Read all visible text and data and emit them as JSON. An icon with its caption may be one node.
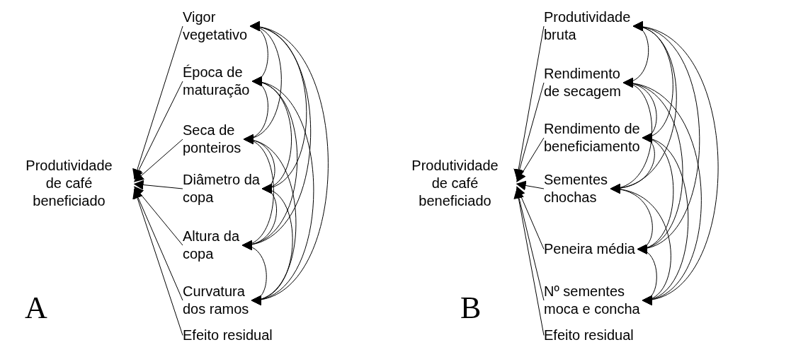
{
  "diagram": {
    "nodes": [
      {
        "text": [
          "Produtividade de café beneficiado"
        ]
      },
      {
        "text": [
          "Vigor vegetativo"
        ]
      },
      {
        "text": [
          "Época de maturação"
        ]
      },
      {
        "text": [
          "Seca de ponteiros"
        ]
      },
      {
        "text": [
          "Diâmetro da copa"
        ]
      },
      {
        "text": [
          "Altura da copa"
        ]
      },
      {
        "text": [
          "Curvatura dos ramos"
        ]
      },
      {
        "text": [
          "Efeito residual"
        ]
      },
      {
        "text": [
          "Produtividade de café beneficiado"
        ]
      },
      {
        "text": [
          "Produtividade bruta"
        ]
      },
      {
        "text": [
          "Rendimento de secagem"
        ]
      },
      {
        "text": [
          "Rendimento de beneficiamento"
        ]
      },
      {
        "text": [
          "Sementes chochas"
        ]
      },
      {
        "text": [
          "Peneira média"
        ]
      },
      {
        "text": [
          "Nº sementes moca e concha"
        ]
      },
      {
        "text": [
          "Efeito residual"
        ]
      }
    ],
    "edges": [
      {
        "from": 1,
        "to": 0,
        "arrow": "to"
      },
      {
        "from": 2,
        "to": 0,
        "arrow": "to"
      },
      {
        "from": 3,
        "to": 0,
        "arrow": "to"
      },
      {
        "from": 4,
        "to": 0,
        "arrow": "to"
      },
      {
        "from": 5,
        "to": 0,
        "arrow": "to"
      },
      {
        "from": 6,
        "to": 0,
        "arrow": "to"
      },
      {
        "from": 7,
        "to": 0,
        "arrow": "to"
      },
      {
        "from": 1,
        "to": 2,
        "arrow": "both"
      },
      {
        "from": 1,
        "to": 3,
        "arrow": "both"
      },
      {
        "from": 1,
        "to": 4,
        "arrow": "both"
      },
      {
        "from": 1,
        "to": 5,
        "arrow": "both"
      },
      {
        "from": 1,
        "to": 6,
        "arrow": "both"
      },
      {
        "from": 2,
        "to": 3,
        "arrow": "both"
      },
      {
        "from": 2,
        "to": 4,
        "arrow": "both"
      },
      {
        "from": 2,
        "to": 5,
        "arrow": "both"
      },
      {
        "from": 2,
        "to": 6,
        "arrow": "both"
      },
      {
        "from": 3,
        "to": 4,
        "arrow": "both"
      },
      {
        "from": 3,
        "to": 5,
        "arrow": "both"
      },
      {
        "from": 3,
        "to": 6,
        "arrow": "both"
      },
      {
        "from": 4,
        "to": 5,
        "arrow": "both"
      },
      {
        "from": 4,
        "to": 6,
        "arrow": "both"
      },
      {
        "from": 5,
        "to": 6,
        "arrow": "both"
      },
      {
        "from": 9,
        "to": 8,
        "arrow": "to"
      },
      {
        "from": 10,
        "to": 8,
        "arrow": "to"
      },
      {
        "from": 11,
        "to": 8,
        "arrow": "to"
      },
      {
        "from": 12,
        "to": 8,
        "arrow": "to"
      },
      {
        "from": 13,
        "to": 8,
        "arrow": "to"
      },
      {
        "from": 14,
        "to": 8,
        "arrow": "to"
      },
      {
        "from": 15,
        "to": 8,
        "arrow": "to"
      },
      {
        "from": 9,
        "to": 10,
        "arrow": "both"
      },
      {
        "from": 9,
        "to": 11,
        "arrow": "both"
      },
      {
        "from": 9,
        "to": 12,
        "arrow": "both"
      },
      {
        "from": 9,
        "to": 13,
        "arrow": "both"
      },
      {
        "from": 9,
        "to": 14,
        "arrow": "both"
      },
      {
        "from": 10,
        "to": 11,
        "arrow": "both"
      },
      {
        "from": 10,
        "to": 12,
        "arrow": "both"
      },
      {
        "from": 10,
        "to": 13,
        "arrow": "both"
      },
      {
        "from": 10,
        "to": 14,
        "arrow": "both"
      },
      {
        "from": 11,
        "to": 12,
        "arrow": "both"
      },
      {
        "from": 11,
        "to": 13,
        "arrow": "both"
      },
      {
        "from": 11,
        "to": 14,
        "arrow": "both"
      },
      {
        "from": 12,
        "to": 13,
        "arrow": "both"
      },
      {
        "from": 12,
        "to": 14,
        "arrow": "both"
      },
      {
        "from": 13,
        "to": 14,
        "arrow": "both"
      }
    ],
    "labels": [
      "A",
      "B"
    ]
  }
}
